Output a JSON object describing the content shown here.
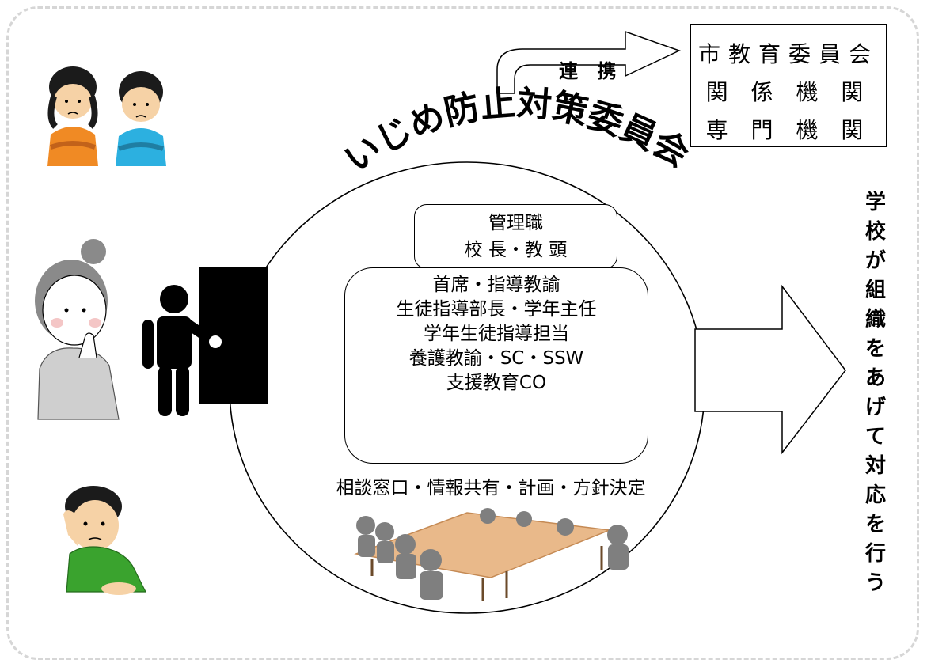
{
  "external_box": {
    "lines": [
      "市教育委員会",
      "関 係 機 関",
      "専 門 機 関"
    ]
  },
  "link_label": "連 携",
  "committee_title": "いじめ防止対策委員会",
  "management": {
    "title": "管理職",
    "members": "校 長・教 頭"
  },
  "members_box": {
    "lines": [
      "首席・指導教諭",
      "生徒指導部長・学年主任",
      "学年生徒指導担当",
      "養護教諭・SC・SSW",
      "支援教育CO"
    ]
  },
  "roles_text": "相談窓口・情報共有・計画・方針決定",
  "vertical_text": "学校が組織をあげて対応を行う",
  "icons": [
    "worried-children-icon",
    "worried-parent-icon",
    "door-visitor-icon",
    "worried-man-icon",
    "meeting-table-icon"
  ]
}
